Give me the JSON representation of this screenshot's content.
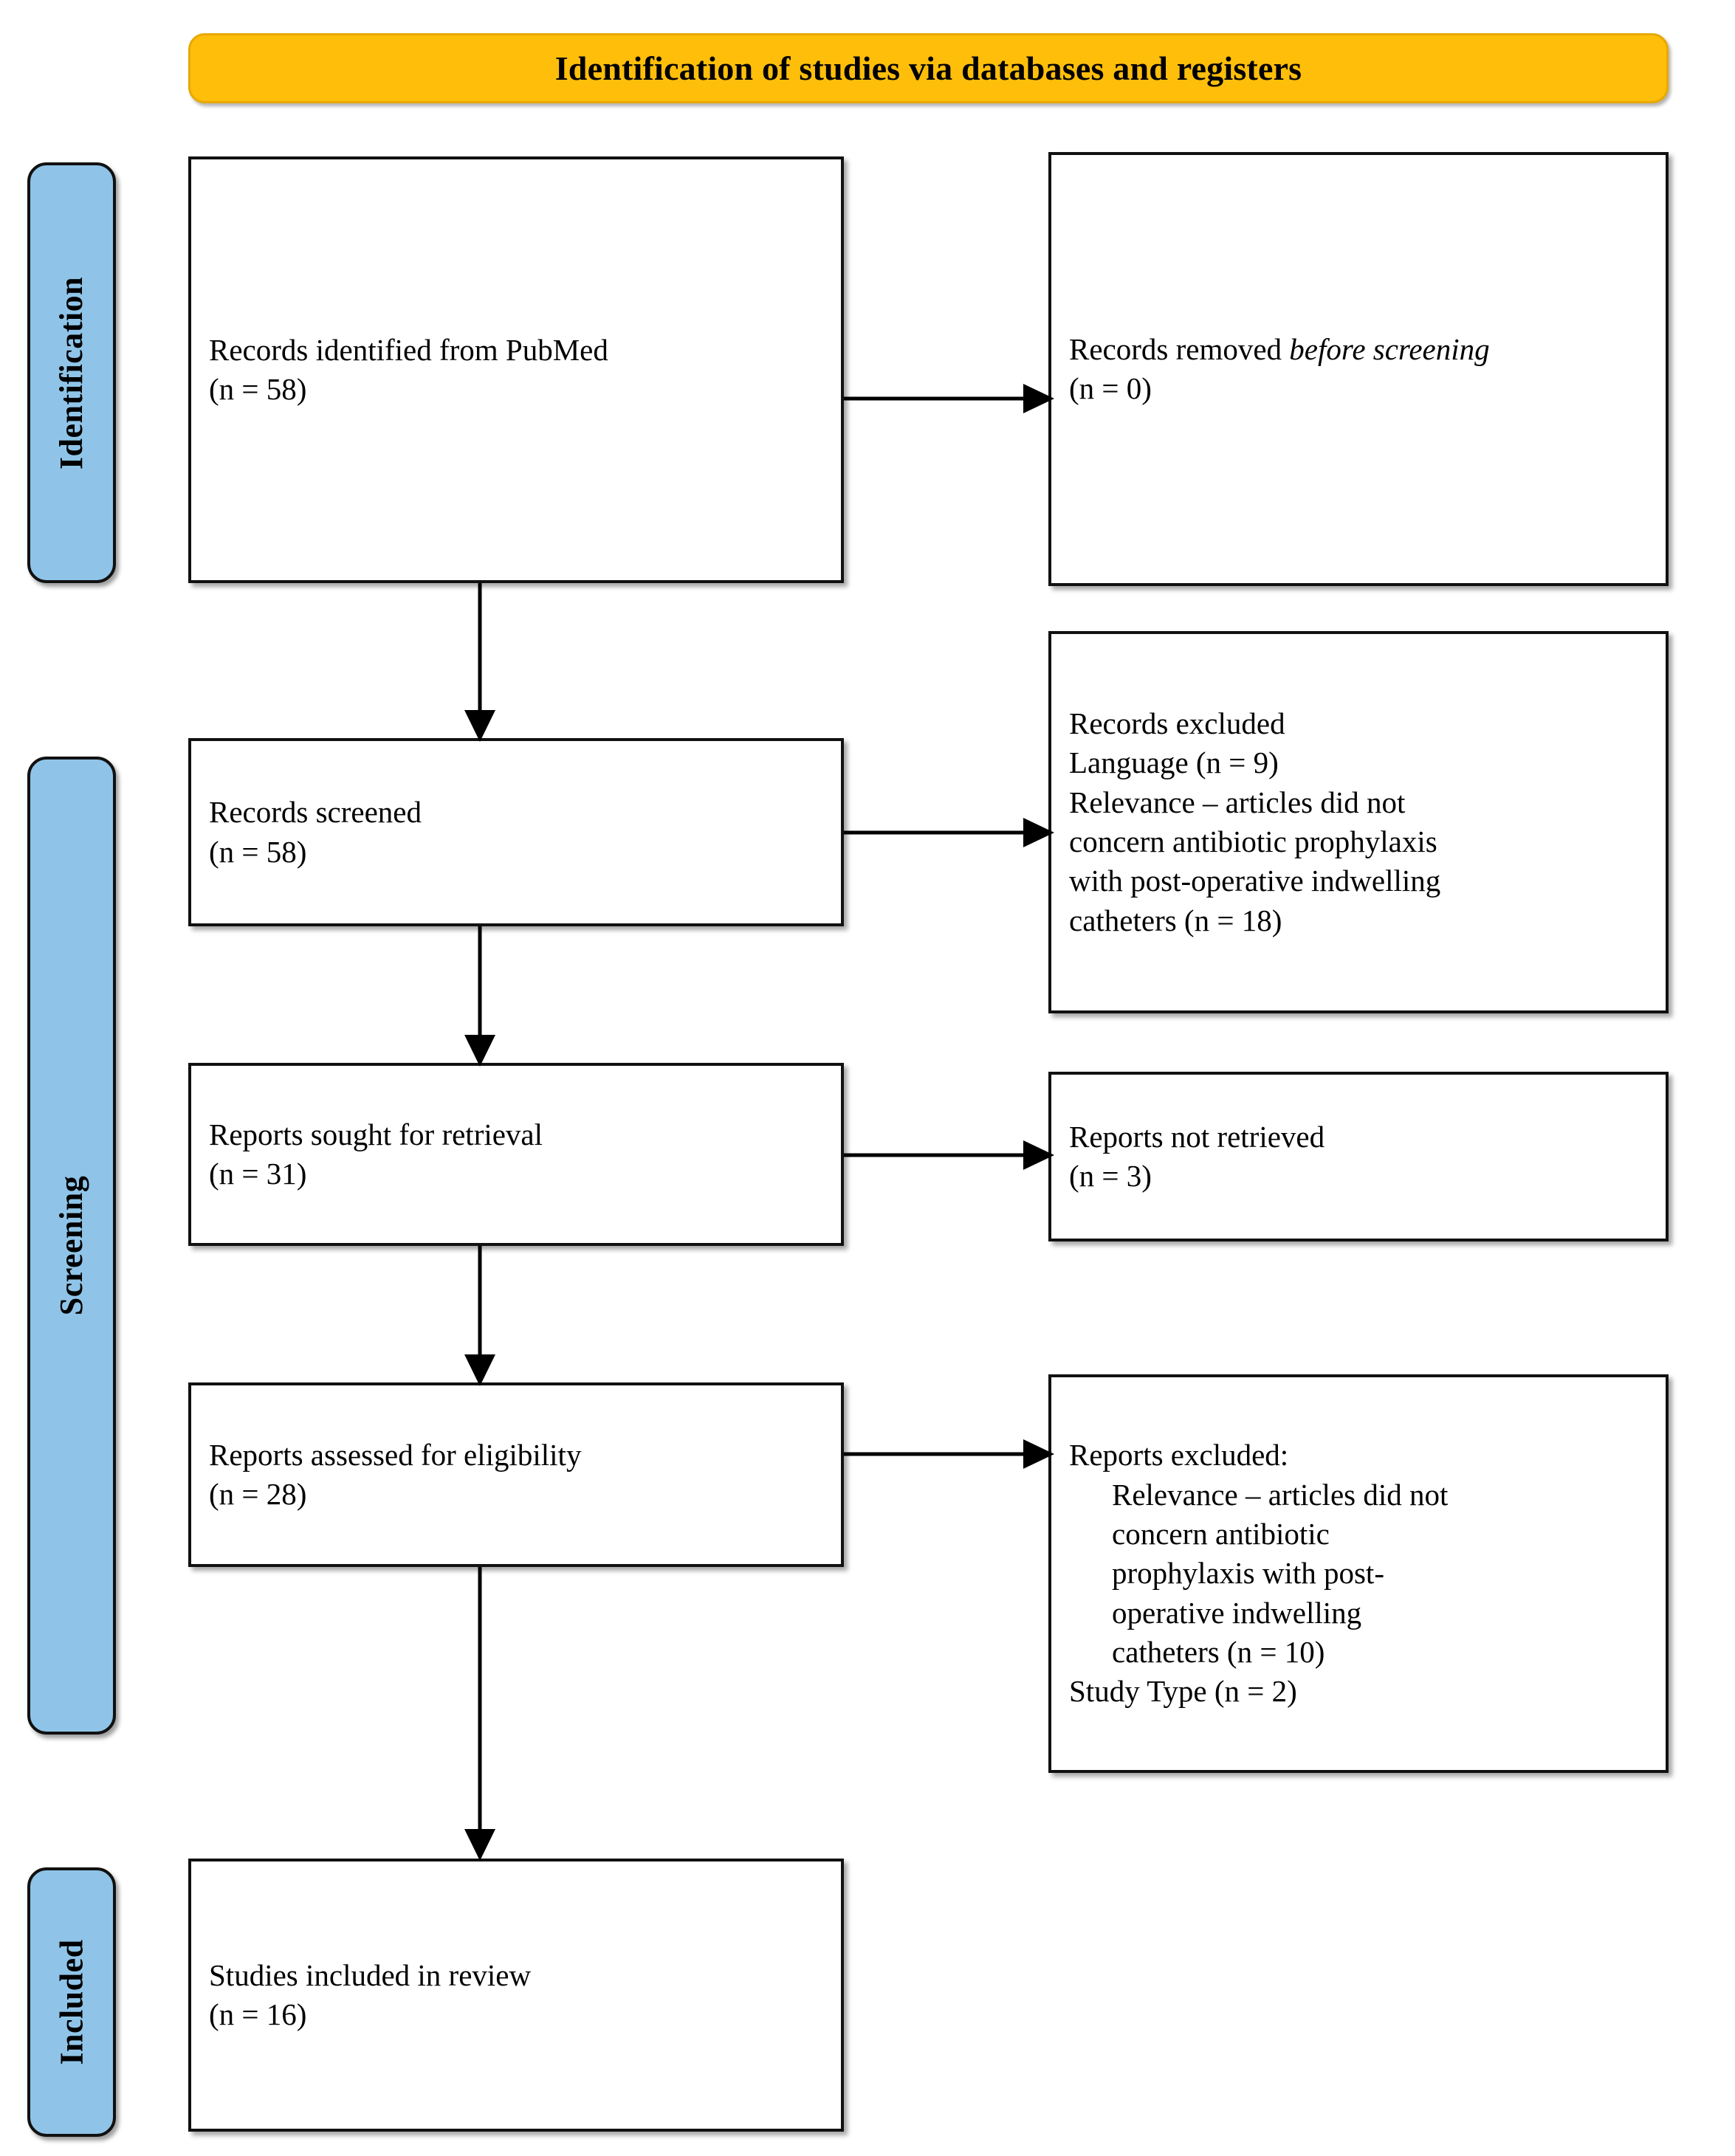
{
  "header": {
    "title": "Identification of studies via databases and registers",
    "bg_color": "#FFBE0A",
    "border_color": "#E8A800"
  },
  "stages": [
    {
      "id": "identification",
      "label": "Identification",
      "color": "#8FC4E8"
    },
    {
      "id": "screening",
      "label": "Screening",
      "color": "#8FC4E8"
    },
    {
      "id": "included",
      "label": "Included",
      "color": "#8FC4E8"
    }
  ],
  "boxes": {
    "identified": {
      "line1": "Records identified from PubMed",
      "line2": "(n = 58)",
      "n": 58
    },
    "removed": {
      "line1_plain": "Records removed ",
      "line1_italic": "before screening",
      "line2": "(n = 0)",
      "n": 0
    },
    "screened": {
      "line1": "Records screened",
      "line2": "(n = 58)",
      "n": 58
    },
    "records_excluded": {
      "line1": "Records excluded",
      "line2": "Language (n = 9)",
      "line3": "Relevance – articles did not",
      "line4": "concern antibiotic prophylaxis",
      "line5": "with post-operative indwelling",
      "line6": "catheters (n = 18)",
      "language_n": 9,
      "relevance_n": 18
    },
    "sought": {
      "line1": "Reports sought for retrieval",
      "line2": "(n = 31)",
      "n": 31
    },
    "not_retrieved": {
      "line1": "Reports not retrieved",
      "line2": "(n = 3)",
      "n": 3
    },
    "assessed": {
      "line1": "Reports assessed for eligibility",
      "line2": "(n = 28)",
      "n": 28
    },
    "reports_excluded": {
      "line1": "Reports excluded:",
      "line2": "Relevance – articles did not",
      "line3": "concern antibiotic",
      "line4": "prophylaxis with post-",
      "line5": "operative indwelling",
      "line6": "catheters (n = 10)",
      "line7": "Study Type (n = 2)",
      "relevance_n": 10,
      "study_type_n": 2
    },
    "included": {
      "line1": "Studies included in review",
      "line2": "(n = 16)",
      "n": 16
    }
  },
  "arrows": {
    "identified_to_removed": "arrow-right-icon",
    "identified_to_screened": "arrow-down-icon",
    "screened_to_excluded": "arrow-right-icon",
    "screened_to_sought": "arrow-down-icon",
    "sought_to_not_retrieved": "arrow-right-icon",
    "sought_to_assessed": "arrow-down-icon",
    "assessed_to_excluded": "arrow-right-icon",
    "assessed_to_included": "arrow-down-icon"
  }
}
